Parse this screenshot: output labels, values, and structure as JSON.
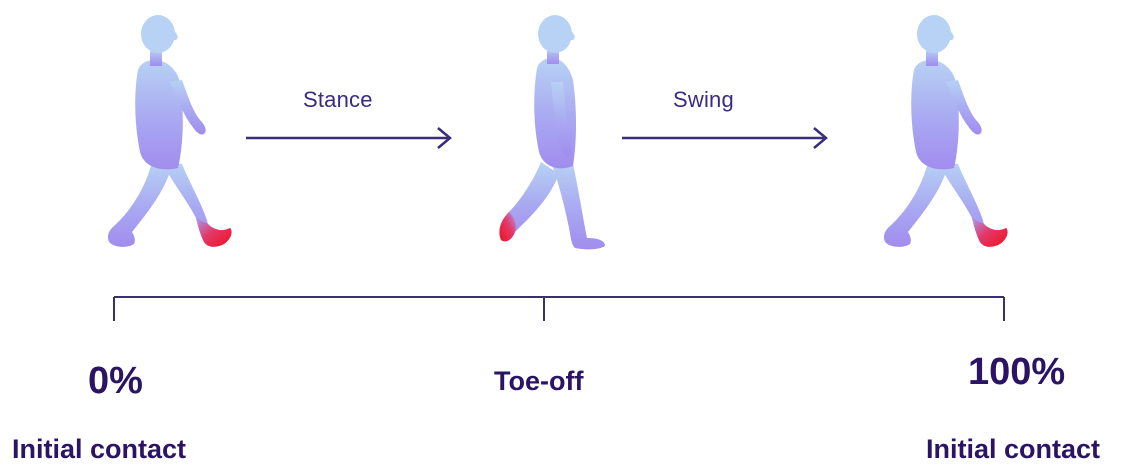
{
  "phases": {
    "stance": "Stance",
    "swing": "Swing"
  },
  "timeline": {
    "start_percent": "0%",
    "end_percent": "100%",
    "midpoint_event": "Toe-off",
    "start_event": "Initial contact",
    "end_event": "Initial contact"
  },
  "colors": {
    "body_top": "#b5cef3",
    "body_bottom": "#a79cf0",
    "highlight_foot": "#e8102a",
    "line": "#3b2d7a",
    "text": "#2a1463"
  },
  "icons": {
    "figure_1": "walking-figure-heel-strike-icon",
    "figure_2": "walking-figure-toe-off-icon",
    "figure_3": "walking-figure-heel-strike-icon",
    "arrow": "arrow-right-icon"
  }
}
